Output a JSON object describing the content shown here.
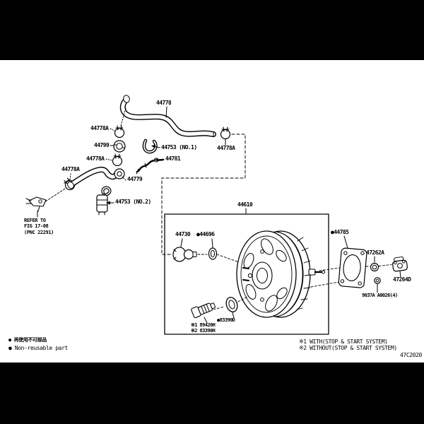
{
  "colors": {
    "line": "#000000",
    "paper": "#ffffff",
    "frame": "#000000"
  },
  "part_labels": {
    "hose_44778": "44778",
    "clamp_44778a_1": "44778A",
    "grommet_44799": "44799",
    "clip_44753_no1": "44753 (NO.1)",
    "clamp_44778a_2": "44778A",
    "tube_44781": "44781",
    "clamp_44778a_3": "44778A",
    "hose_44779": "44779",
    "clamp_44778a_4": "44778A",
    "valve_44753_no2": "44753 (NO.2)",
    "booster_assy_44610": "44610",
    "check_valve_44730": "44730",
    "grommet_44696": "●44696",
    "gasket_44785": "●44785",
    "nut_47262a": "47262A",
    "clamp_47264d": "47264D",
    "bolt_9037a": "9037A A0026(4)",
    "sensor_89420h": "※1 89420H",
    "sensor_83390h": "※2 83390H",
    "seal_83390d": "●83390D"
  },
  "refer_note": {
    "line1": "REFER TO",
    "line2": "FIG 17-08",
    "line3": "(PNC 22291)"
  },
  "legend": {
    "marker": "●",
    "jp": "再使用不可部品",
    "en": "Non-reusable part"
  },
  "footnotes": {
    "note1": "※1 WITH(STOP & START SYSTEM)",
    "note2": "※2 WITHOUT(STOP & START SYSTEM)"
  },
  "figure_code": "47C2020"
}
